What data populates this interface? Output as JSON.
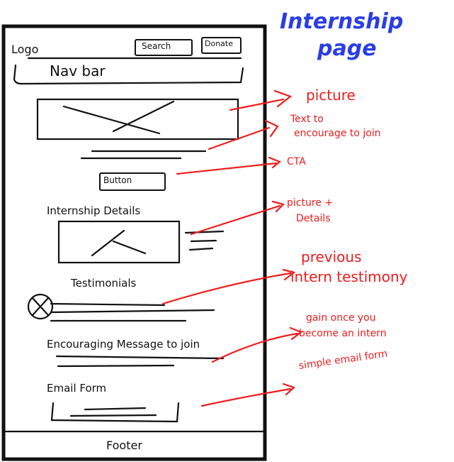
{
  "title": {
    "line1": "Internship",
    "line2": "page"
  },
  "wireframe": {
    "logo": "Logo",
    "search_button": "Search",
    "donate_button": "Donate",
    "nav_bar": "Nav bar",
    "cta_button": "Button",
    "internship_details": "Internship Details",
    "testimonials": "Testimonials",
    "encouraging_message": "Encouraging Message to join",
    "email_form": "Email Form",
    "footer": "Footer"
  },
  "annotations": {
    "picture": "picture",
    "text_to_encourage": {
      "line1": "Text to",
      "line2": "encourage to join"
    },
    "cta": "CTA",
    "picture_details": {
      "line1": "picture +",
      "line2": "Details"
    },
    "testimony": {
      "line1": "previous",
      "line2": "intern testimony"
    },
    "gain": {
      "line1": "gain once you",
      "line2": "become an intern"
    },
    "email_form": "simple email form"
  },
  "colors": {
    "ink": "#111111",
    "annotation": "#ee1c1c",
    "title": "#2a3de6"
  }
}
